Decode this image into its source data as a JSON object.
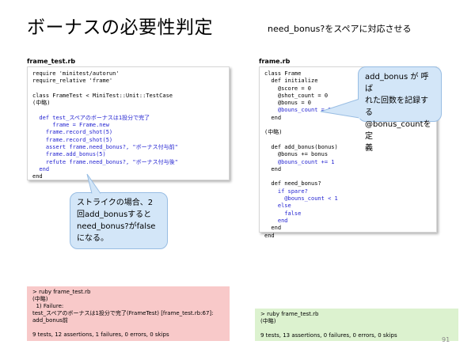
{
  "slide": {
    "title": "ボーナスの必要性判定",
    "subtitle": "need_bonus?をスペアに対応させる",
    "page_number": "91"
  },
  "left_panel": {
    "filename": "frame_test.rb",
    "code": [
      {
        "text": "require 'minitest/autorun'",
        "color": "black"
      },
      {
        "text": "require_relative 'frame'",
        "color": "black"
      },
      {
        "text": "",
        "color": "black"
      },
      {
        "text": "class FrameTest < MiniTest::Unit::TestCase",
        "color": "black"
      },
      {
        "text": "(中略)",
        "color": "black"
      },
      {
        "text": "",
        "color": "black"
      },
      {
        "text": "  def test_スペアのボーナスは1投分で完了",
        "color": "blue"
      },
      {
        "text": "      frame = Frame.new",
        "color": "blue"
      },
      {
        "text": "    frame.record_shot(5)",
        "color": "blue"
      },
      {
        "text": "    frame.record_shot(5)",
        "color": "blue"
      },
      {
        "text": "    assert frame.need_bonus?, \"ボーナス付与前\"",
        "color": "blue"
      },
      {
        "text": "    frame.add_bonus(5)",
        "color": "blue"
      },
      {
        "text": "    refute frame.need_bonus?, \"ボーナス付与後\"",
        "color": "blue"
      },
      {
        "text": "  end",
        "color": "blue"
      },
      {
        "text": "end",
        "color": "black"
      }
    ],
    "callout": [
      "ストライクの場合、2",
      "回add_bonusすると",
      "need_bonus?がfalse",
      "になる。"
    ]
  },
  "right_panel": {
    "filename": "frame.rb",
    "code": [
      {
        "text": "class Frame",
        "color": "black"
      },
      {
        "text": "  def initialize",
        "color": "black"
      },
      {
        "text": "    @score = 0",
        "color": "black"
      },
      {
        "text": "    @shot_count = 0",
        "color": "black"
      },
      {
        "text": "    @bonus = 0",
        "color": "black"
      },
      {
        "text": "    @bouns_count = 0",
        "color": "blue"
      },
      {
        "text": "  end",
        "color": "black"
      },
      {
        "text": "",
        "color": "black"
      },
      {
        "text": "(中略)",
        "color": "black"
      },
      {
        "text": "",
        "color": "black"
      },
      {
        "text": "  def add_bonus(bonus)",
        "color": "black"
      },
      {
        "text": "    @bonus += bonus",
        "color": "black"
      },
      {
        "text": "    @bouns_count += 1",
        "color": "blue"
      },
      {
        "text": "  end",
        "color": "black"
      },
      {
        "text": "",
        "color": "black"
      },
      {
        "text": "  def need_bonus?",
        "color": "black"
      },
      {
        "text": "    if spare?",
        "color": "blue"
      },
      {
        "text": "      @bouns_count < 1",
        "color": "blue"
      },
      {
        "text": "    else",
        "color": "blue"
      },
      {
        "text": "      false",
        "color": "blue"
      },
      {
        "text": "    end",
        "color": "blue"
      },
      {
        "text": "  end",
        "color": "black"
      },
      {
        "text": "end",
        "color": "black"
      }
    ],
    "callout": [
      "add_bonus が 呼 ば",
      "れた回数を記録する",
      "@bonus_countを定",
      "義"
    ]
  },
  "results": {
    "fail": {
      "bg": "#f8c9c9",
      "lines": [
        "> ruby frame_test.rb",
        "(中略)",
        "  1) Failure:",
        "test_スペアのボーナスは1投分で完了(FrameTest) [frame_test.rb:67]:",
        "add_bonus前",
        "",
        "9 tests, 12 assertions, 1 failures, 0 errors, 0 skips"
      ]
    },
    "pass": {
      "bg": "#dcf2cf",
      "lines": [
        "> ruby frame_test.rb",
        "(中略)",
        "",
        "9 tests, 13 assertions, 0 failures, 0 errors, 0 skips"
      ]
    }
  }
}
